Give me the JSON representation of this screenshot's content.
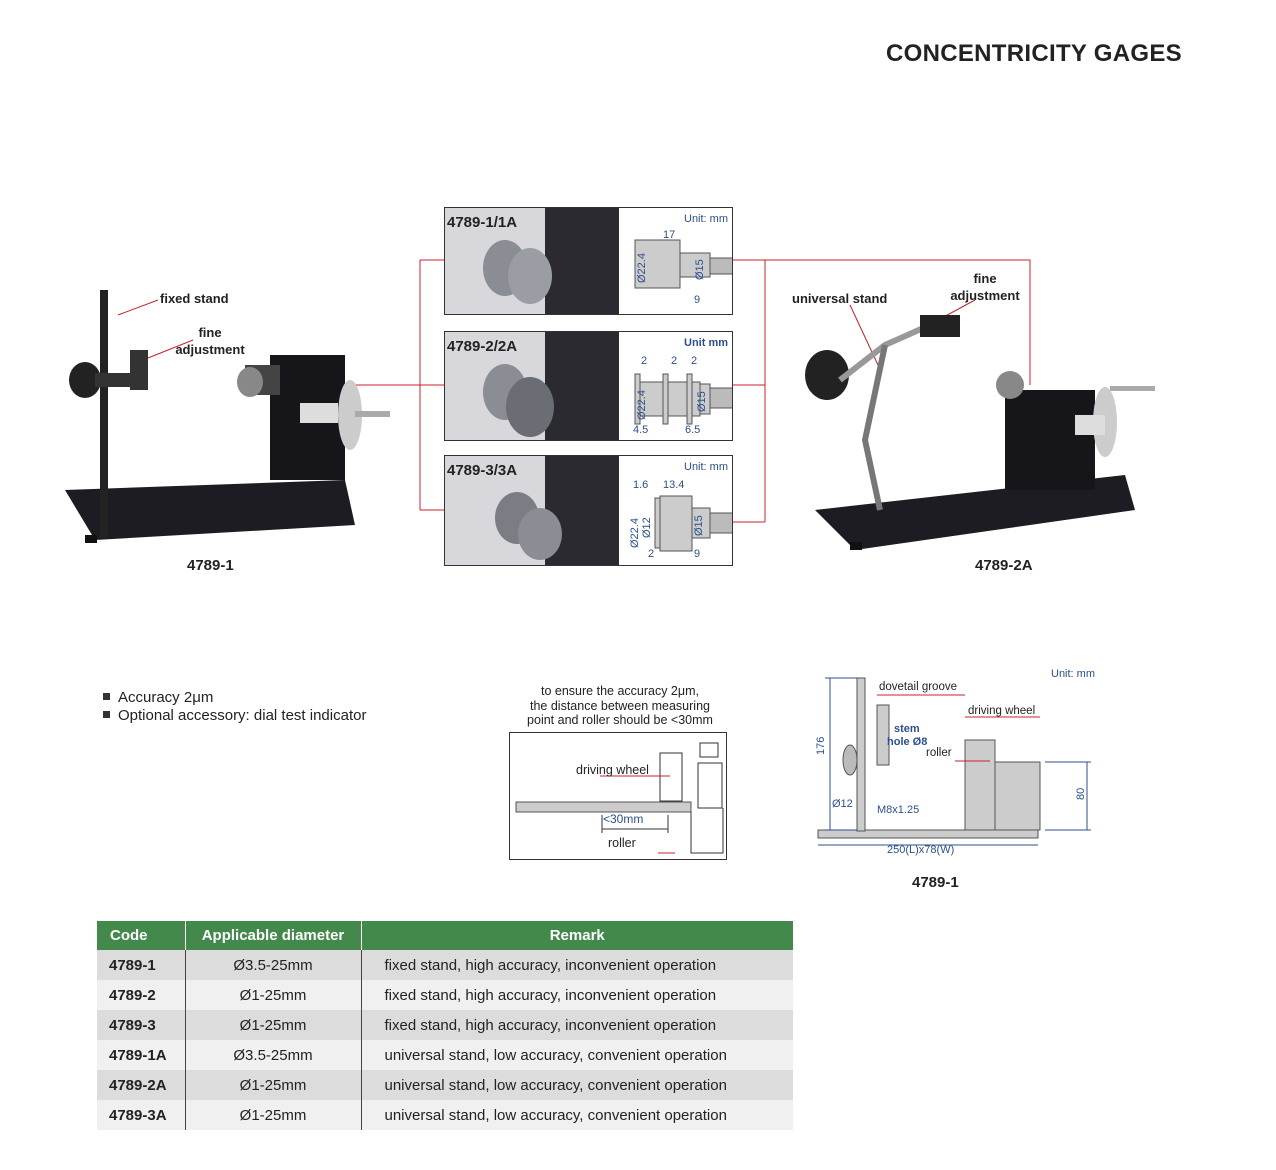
{
  "title": "CONCENTRICITY GAGES",
  "left_product": {
    "labels": {
      "fixed_stand": "fixed stand",
      "fine": "fine",
      "adjustment": "adjustment"
    },
    "caption": "4789-1"
  },
  "right_product": {
    "labels": {
      "universal_stand": "universal stand",
      "fine": "fine",
      "adjustment": "adjustment"
    },
    "caption": "4789-2A"
  },
  "panels": [
    {
      "code": "4789-1/1A",
      "unit": "Unit: mm",
      "dims": [
        "17",
        "Ø22.4",
        "Ø15",
        "9"
      ]
    },
    {
      "code": "4789-2/2A",
      "unit": "Unit mm",
      "dims": [
        "2",
        "2",
        "2",
        "Ø22.4",
        "Ø15",
        "4.5",
        "6.5"
      ]
    },
    {
      "code": "4789-3/3A",
      "unit": "Unit: mm",
      "dims": [
        "1.6",
        "13.4",
        "Ø22.4",
        "Ø12",
        "Ø15",
        "2",
        "9"
      ]
    }
  ],
  "bullets": [
    "Accuracy 2μm",
    "Optional accessory: dial test indicator"
  ],
  "note": {
    "lines": [
      "to ensure the accuracy 2μm,",
      "the distance between measuring",
      "point and roller should be <30mm"
    ],
    "driving_wheel": "driving wheel",
    "distance": "<30mm",
    "roller": "roller"
  },
  "dimension_drawing": {
    "unit": "Unit: mm",
    "dovetail": "dovetail groove",
    "driving_wheel": "driving wheel",
    "stem": "stem",
    "hole": "hole Ø8",
    "roller": "roller",
    "height": "176",
    "dia": "Ø12",
    "thread": "M8x1.25",
    "base": "250(L)x78(W)",
    "h80": "80",
    "caption": "4789-1"
  },
  "table": {
    "headers": [
      "Code",
      "Applicable diameter",
      "Remark"
    ],
    "rows": [
      [
        "4789-1",
        "Ø3.5-25mm",
        "fixed stand, high accuracy, inconvenient operation"
      ],
      [
        "4789-2",
        "Ø1-25mm",
        "fixed stand, high accuracy, inconvenient operation"
      ],
      [
        "4789-3",
        "Ø1-25mm",
        "fixed stand, high accuracy, inconvenient operation"
      ],
      [
        "4789-1A",
        "Ø3.5-25mm",
        "universal stand, low accuracy, convenient operation"
      ],
      [
        "4789-2A",
        "Ø1-25mm",
        "universal stand, low accuracy, convenient operation"
      ],
      [
        "4789-3A",
        "Ø1-25mm",
        "universal stand, low accuracy, convenient operation"
      ]
    ]
  },
  "colors": {
    "header_green": "#43894c",
    "connector_red": "#c8202a",
    "dim_blue": "#2c4f8f"
  }
}
